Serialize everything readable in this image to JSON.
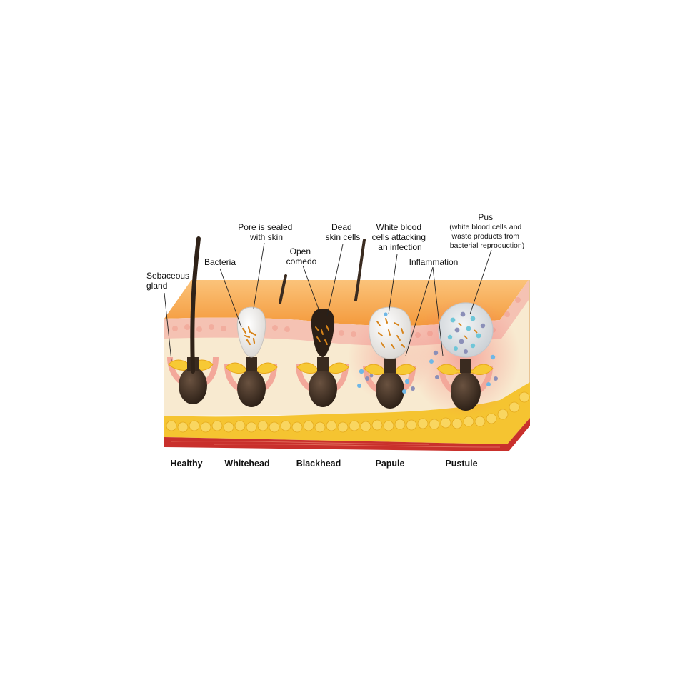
{
  "stages": [
    {
      "id": "healthy",
      "label": "Healthy"
    },
    {
      "id": "whitehead",
      "label": "Whitehead"
    },
    {
      "id": "blackhead",
      "label": "Blackhead"
    },
    {
      "id": "papule",
      "label": "Papule"
    },
    {
      "id": "pustule",
      "label": "Pustule"
    }
  ],
  "annotations": {
    "sebaceous_gland": [
      "Sebaceous",
      "gland"
    ],
    "bacteria": [
      "Bacteria"
    ],
    "pore_sealed": [
      "Pore is sealed",
      "with skin"
    ],
    "open_comedo": [
      "Open",
      "comedo"
    ],
    "dead_skin_cells": [
      "Dead",
      "skin cells"
    ],
    "white_blood_cells": [
      "White blood",
      "cells attacking",
      "an infection"
    ],
    "inflammation": [
      "Inflammation"
    ],
    "pus": [
      "Pus",
      "(white blood cells and",
      "waste products from",
      "bacterial reproduction)"
    ]
  },
  "colors": {
    "skin_top": "#f9b15c",
    "epidermis": "#f6c7b8",
    "dermis": "#f8ead0",
    "fat": "#f5c431",
    "muscle": "#c9302c",
    "follicle": "#3a2b20",
    "gland": "#f7c935",
    "inflammation": "#f26b6b"
  }
}
